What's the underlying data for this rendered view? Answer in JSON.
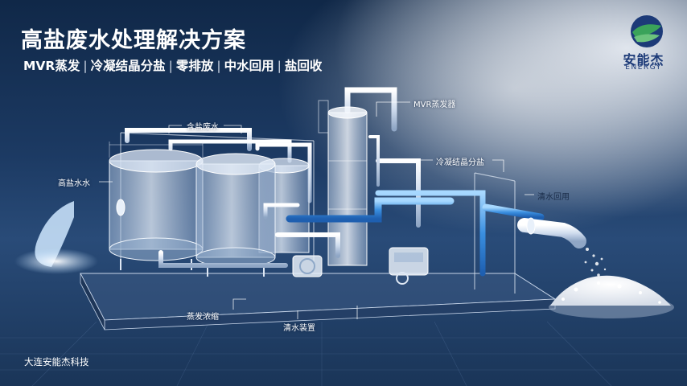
{
  "header": {
    "title": "高盐废水处理解决方案",
    "subtitle_items": [
      "MVR蒸发",
      "冷凝结晶分盐",
      "零排放",
      "中水回用",
      "盐回收"
    ],
    "separator": "|"
  },
  "brand": {
    "name_cn": "安能杰",
    "name_en": "ENERGY",
    "company": "大连安能杰科技",
    "logo_icon": "leaf-globe-logo",
    "colors": {
      "navy": "#1c3a78",
      "green": "#3aa35a"
    }
  },
  "labels": {
    "brine_storage": "含盐废水",
    "mvr_evaporator": "MVR蒸发器",
    "high_salt_water": "高盐水水",
    "crystallization": "冷凝结晶分盐",
    "water_reuse": "清水回用",
    "evaporation_concentration": "蒸发浓缩",
    "clean_water_unit": "清水装置"
  }
}
